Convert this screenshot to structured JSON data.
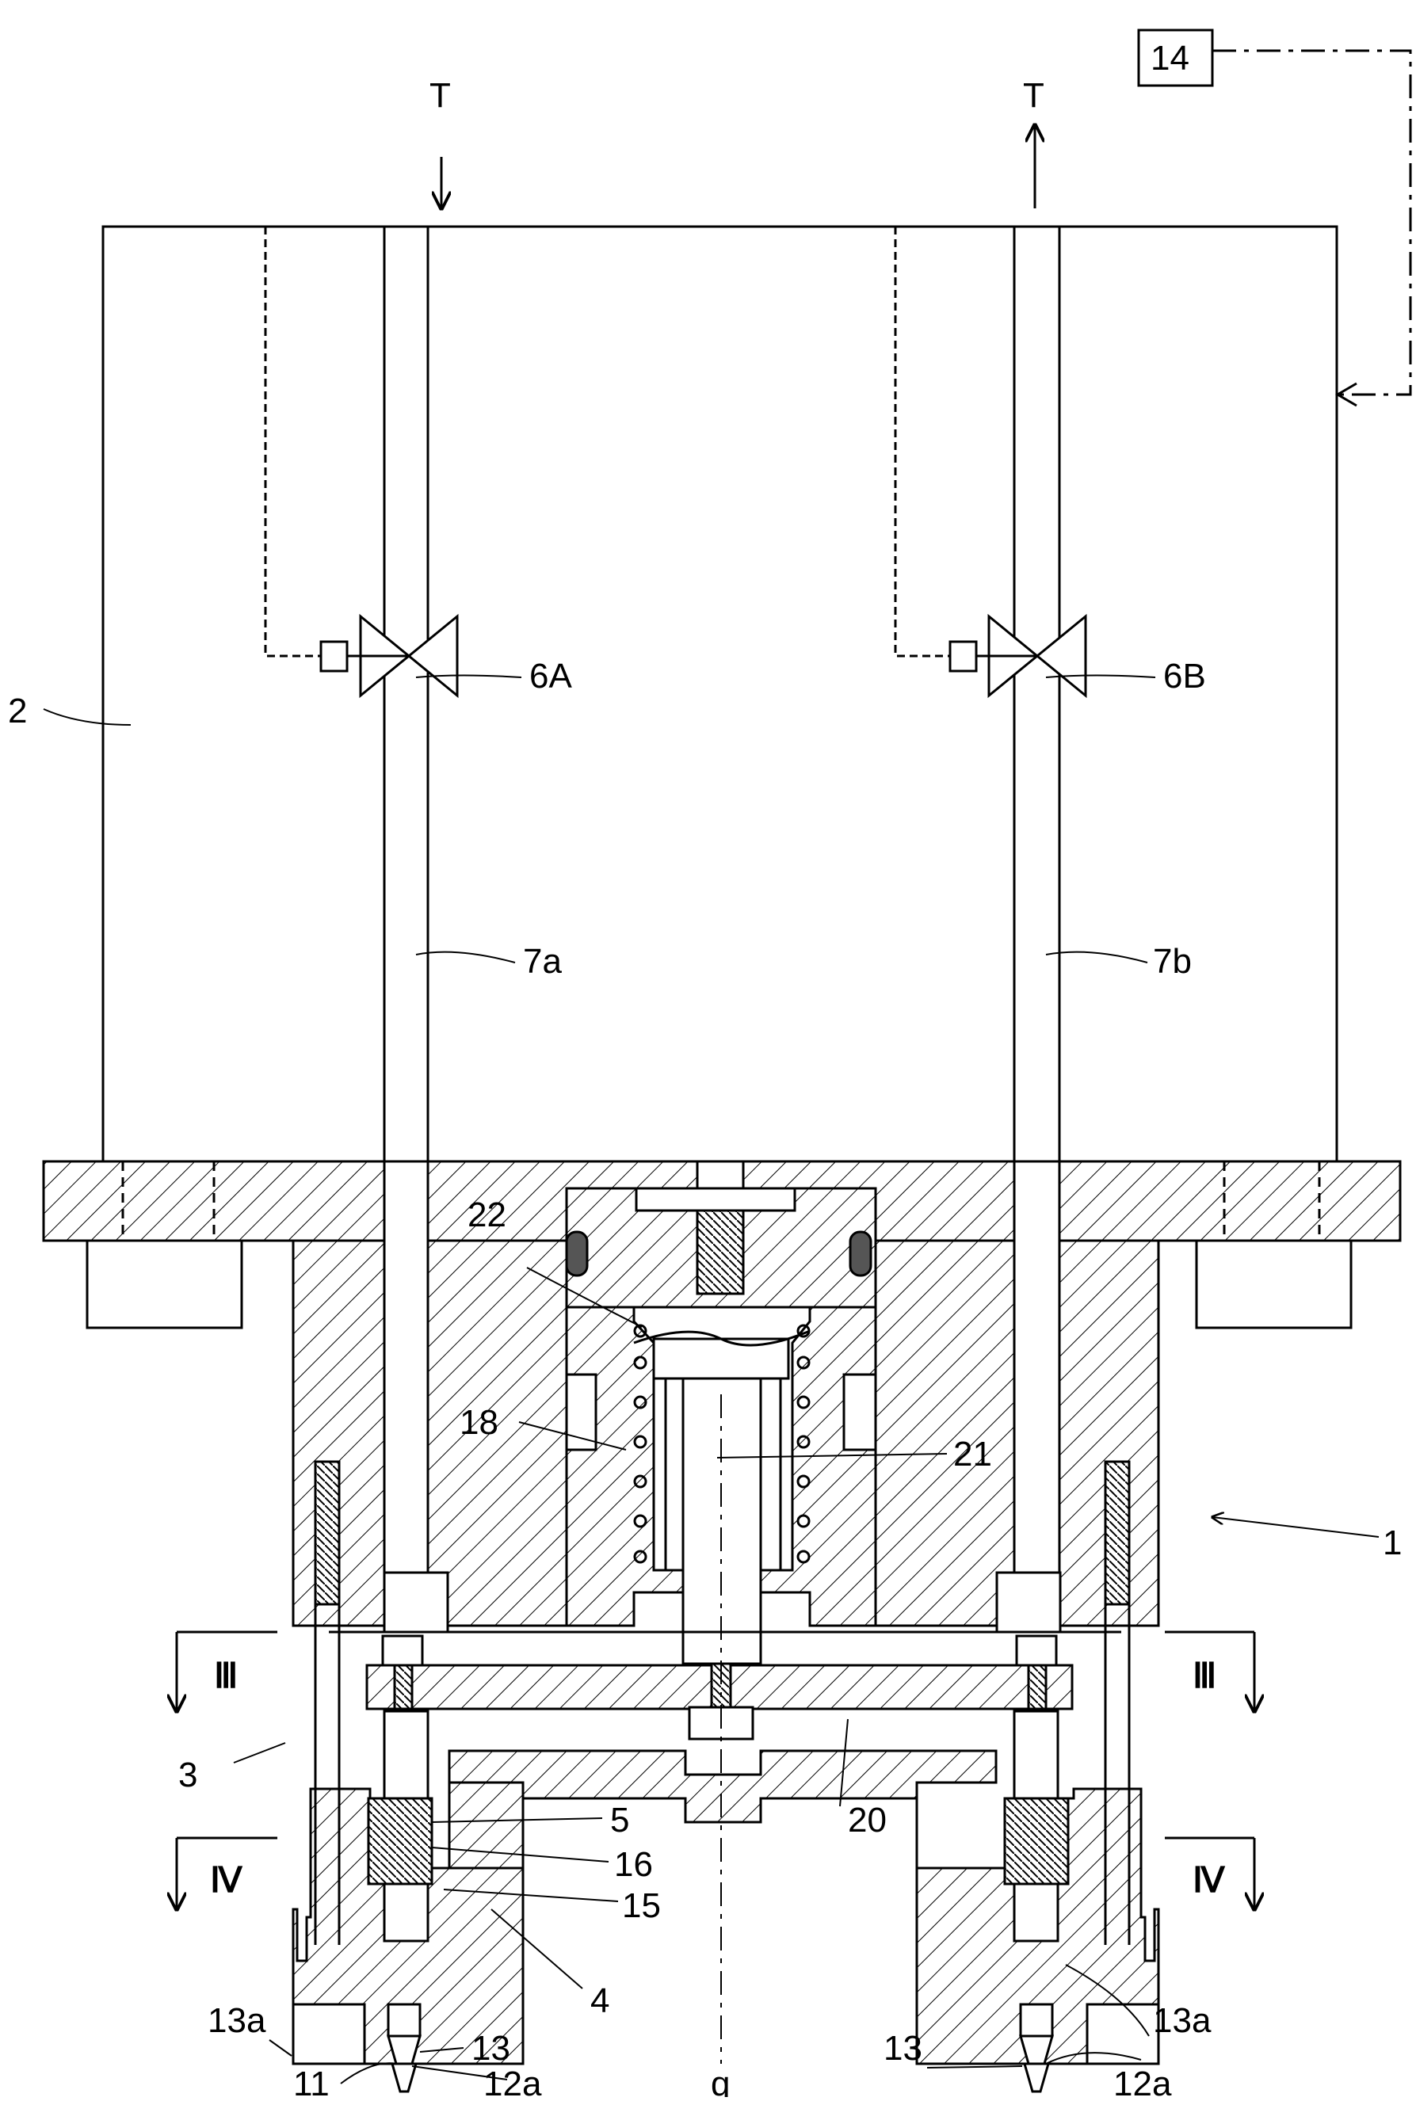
{
  "figure": {
    "labels": {
      "controller": "14",
      "inlet": "T",
      "outlet": "T",
      "upper_block": "2",
      "valve_a": "6A",
      "valve_b": "6B",
      "line_a": "7a",
      "line_b": "7b",
      "assembly": "1",
      "piston": "22",
      "spring": "18",
      "rod": "21",
      "section_iii_left": "Ⅲ",
      "section_iii_right": "Ⅲ",
      "section_iv_left": "Ⅳ",
      "section_iv_right": "Ⅳ",
      "housing": "3",
      "passage": "5",
      "screw": "16",
      "seat": "15",
      "plate": "20",
      "body": "4",
      "nozzle_a_left": "13a",
      "nozzle_a_right": "13a",
      "nozzle_left": "13",
      "nozzle_right": "13",
      "outlet_tip_left": "12a",
      "outlet_tip_right": "12a",
      "tip": "11",
      "axis": "q"
    }
  }
}
